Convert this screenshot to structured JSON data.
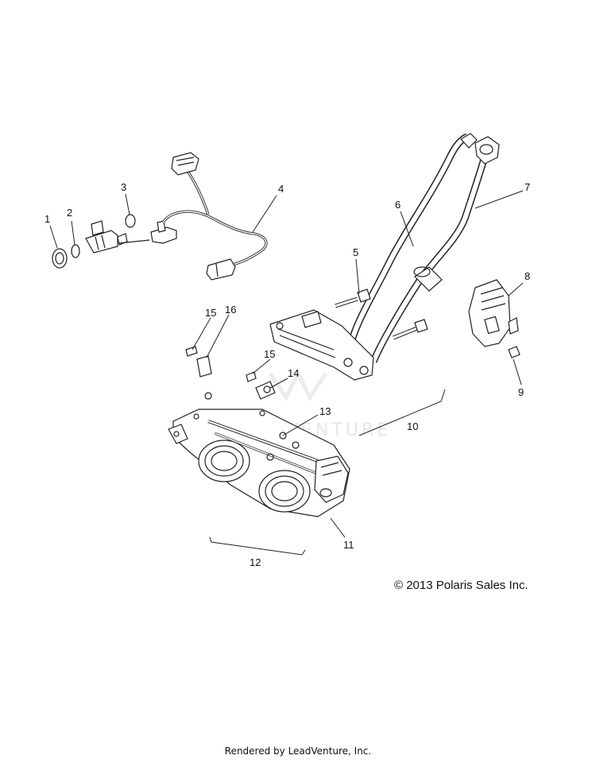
{
  "callouts": [
    {
      "id": "1",
      "label": "1"
    },
    {
      "id": "2",
      "label": "2"
    },
    {
      "id": "3",
      "label": "3"
    },
    {
      "id": "4",
      "label": "4"
    },
    {
      "id": "5",
      "label": "5"
    },
    {
      "id": "6",
      "label": "6"
    },
    {
      "id": "7",
      "label": "7"
    },
    {
      "id": "8",
      "label": "8"
    },
    {
      "id": "9",
      "label": "9"
    },
    {
      "id": "10",
      "label": "10"
    },
    {
      "id": "11",
      "label": "11"
    },
    {
      "id": "12",
      "label": "12"
    },
    {
      "id": "13",
      "label": "13"
    },
    {
      "id": "14",
      "label": "14"
    },
    {
      "id": "15a",
      "label": "15"
    },
    {
      "id": "15b",
      "label": "15"
    },
    {
      "id": "16",
      "label": "16"
    }
  ],
  "copyright": "© 2013 Polaris Sales Inc.",
  "watermark": "VENTURE",
  "footer": "Rendered by LeadVenture, Inc."
}
